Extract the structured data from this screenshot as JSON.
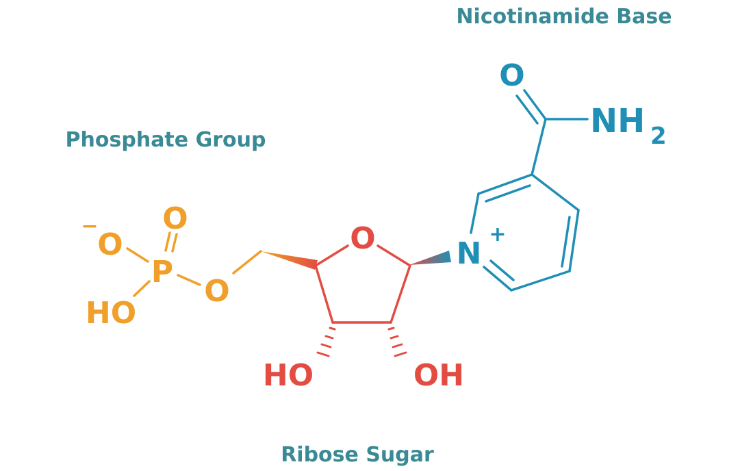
{
  "labels": {
    "nicotinamide_base": "Nicotinamide Base",
    "phosphate_group": "Phosphate Group",
    "ribose_sugar": "Ribose Sugar"
  },
  "atoms": {
    "phosphate_oxygen_anion": "O",
    "phosphate_negative_charge": "−",
    "phosphate_double_oxygen": "O",
    "phosphorus": "P",
    "phosphate_hydroxyl": "HO",
    "phosphate_ester_oxygen": "O",
    "ring_oxygen": "O",
    "ribose_hydroxyl_left": "HO",
    "ribose_hydroxyl_right": "OH",
    "pyridinium_nitrogen": "N",
    "pyridinium_charge": "+",
    "amide_oxygen": "O",
    "amide_nh": "NH",
    "amide_subscript": "2"
  },
  "colors": {
    "label_teal": "#3a8a95",
    "nicotinamide_blue": "#1f8fb5",
    "ribose_red": "#e24c42",
    "phosphate_orange": "#f0a02a"
  }
}
